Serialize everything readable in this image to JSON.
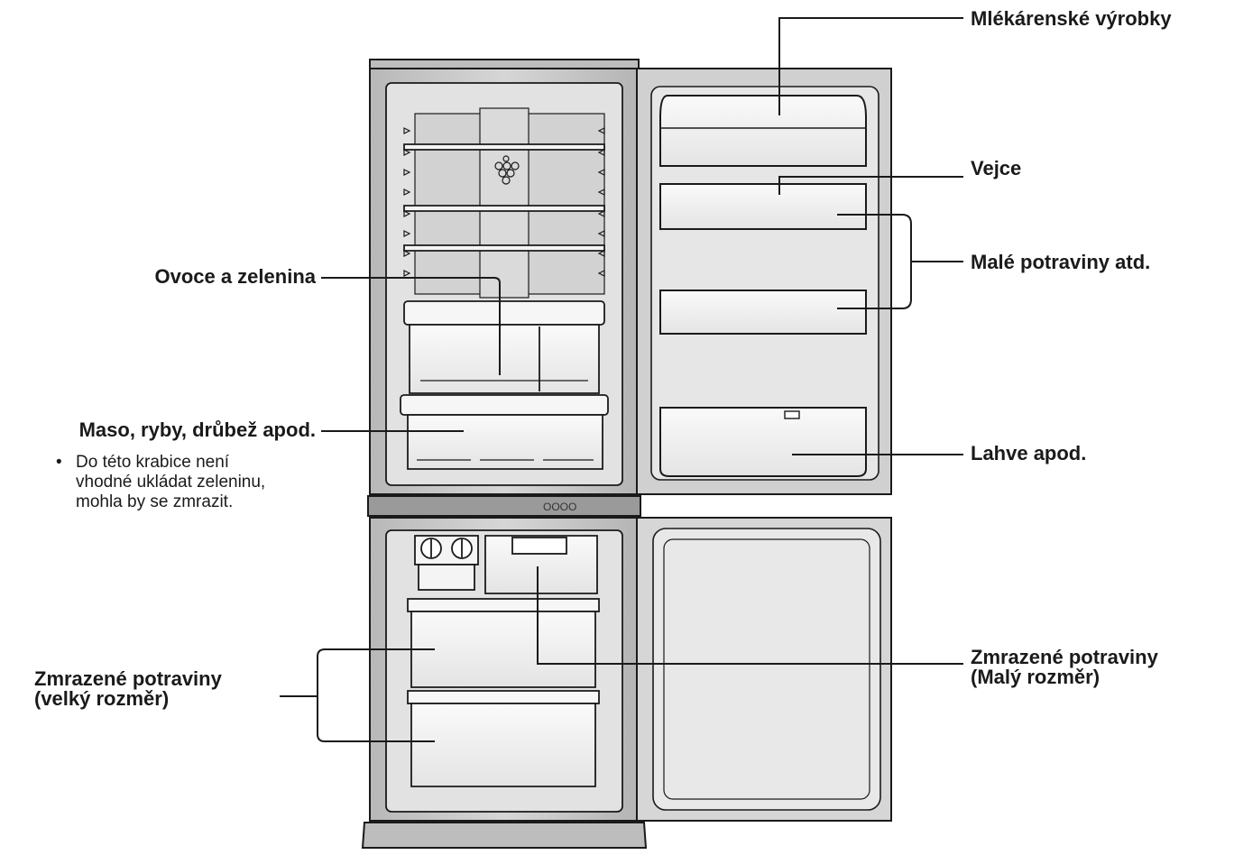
{
  "labels": {
    "dairy": "Mlékárenské výrobky",
    "eggs": "Vejce",
    "small_food": "Malé potraviny atd.",
    "bottles": "Lahve apod.",
    "fruit_veg": "Ovoce a zelenina",
    "meat": "Maso, ryby, drůbež apod.",
    "frozen_small_line1": "Zmrazené potraviny",
    "frozen_small_line2": "(Malý rozměr)",
    "frozen_large_line1": "Zmrazené potraviny",
    "frozen_large_line2": "(velký rozměr)"
  },
  "note": {
    "bullet": "•",
    "line1": "Do této krabice není",
    "line2": "vhodné ukládat zeleninu,",
    "line3": "mohla by se zmrazit."
  },
  "control_panel_text": "OOOO",
  "colors": {
    "outline": "#1a1a1a",
    "cabinet": "#c8c8c8",
    "inner": "#e6e6e6",
    "shelf": "#f4f4f4"
  }
}
